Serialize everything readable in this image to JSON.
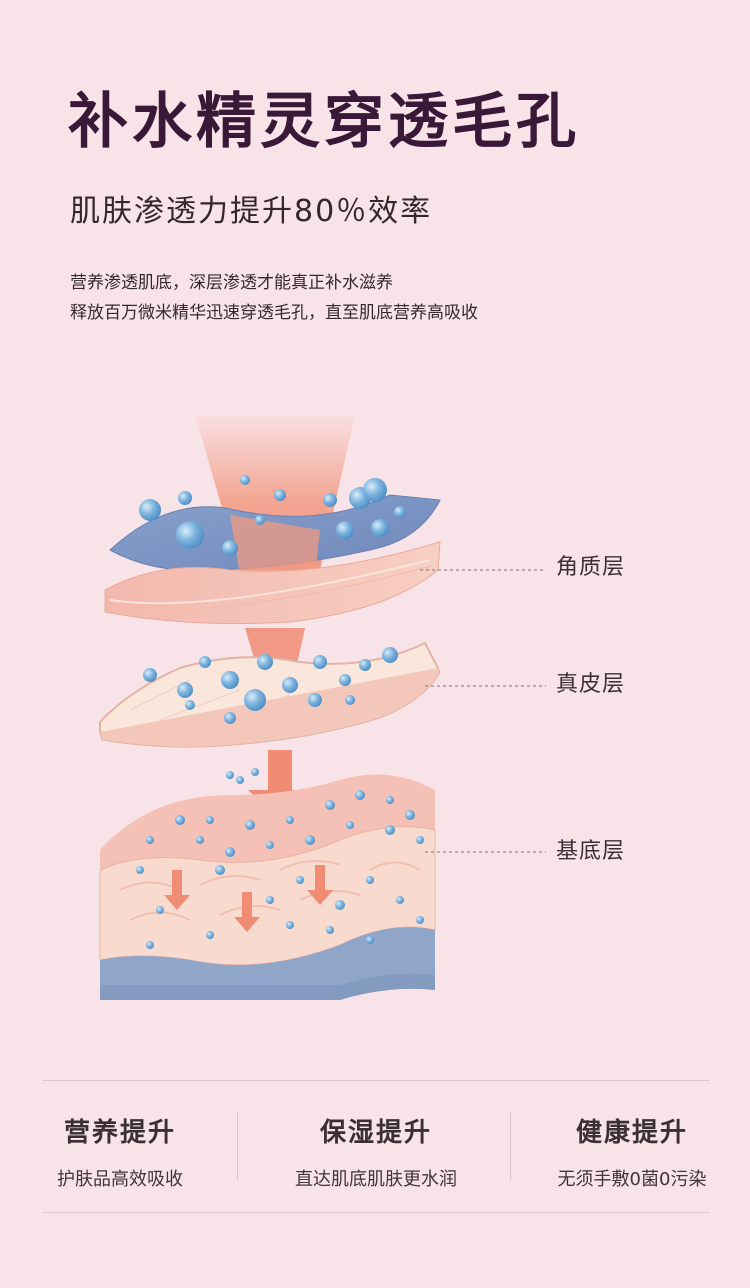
{
  "header": {
    "title": "补水精灵穿透毛孔",
    "subtitle": "肌肤渗透力提升80％效率"
  },
  "description": {
    "lines": [
      "营养渗透肌底，深层渗透才能真正补水滋养",
      "释放百万微米精华迅速穿透毛孔，直至肌底营养高吸收"
    ]
  },
  "layers": [
    {
      "label": "角质层"
    },
    {
      "label": "真皮层"
    },
    {
      "label": "基底层"
    }
  ],
  "features": [
    {
      "title": "营养提升",
      "desc": "护肤品高效吸收"
    },
    {
      "title": "保湿提升",
      "desc": "直达肌底肌肤更水润"
    },
    {
      "title": "健康提升",
      "desc": "无须手敷0菌0污染"
    }
  ],
  "colors": {
    "background": "#f8e4e8",
    "title": "#3a1838",
    "layer_blue": "#7f98c6",
    "layer_skin": "#f5d3c7",
    "bubble": "#6fa9d8",
    "arrow": "#f08b74"
  }
}
